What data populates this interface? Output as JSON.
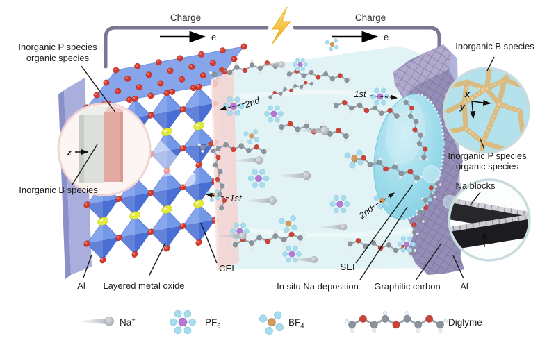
{
  "circuit": {
    "charge_left": "Charge",
    "charge_right": "Charge",
    "electron": "e",
    "electron_sup": "−",
    "wire_color": "#7b7492",
    "bolt_color": "#f7b832",
    "electron_color": "#eda43f"
  },
  "cathode": {
    "al_label": "Al",
    "oxide_label": "Layered metal oxide",
    "cei_label": "CEI",
    "inset": {
      "p_line1": "Inorganic P species",
      "p_line2": "organic species",
      "b_label": "Inorganic B species",
      "axis_z": "z"
    }
  },
  "anode": {
    "sei_label": "SEI",
    "deposition_label": "In situ Na deposition",
    "carbon_label": "Graphitic carbon",
    "al_label": "Al",
    "inset_network": {
      "b_label": "Inorganic B species",
      "p_line1": "Inorganic P species",
      "p_line2": "organic species",
      "axis_x": "x",
      "axis_y": "y"
    },
    "inset_blocks": {
      "title": "Na blocks",
      "axis_z": "z"
    }
  },
  "electrolyte": {
    "first_left": "1st",
    "second_left": "2nd",
    "first_right": "1st",
    "second_right": "2nd"
  },
  "legend": {
    "na": {
      "base": "Na",
      "sup": "+"
    },
    "pf6": {
      "base": "PF",
      "sub": "6",
      "sup": "−"
    },
    "bf4": {
      "base": "BF",
      "sub": "4",
      "sup": "−"
    },
    "diglyme": "Diglyme"
  },
  "colors": {
    "electrolyte": "#e2f3f5",
    "octahedra_blue": "#5b7fdc",
    "oxygen_red": "#d23b2e",
    "sodium_yellow": "#dde23a",
    "aluminum": "#aeb3dd",
    "cei_pink": "#f2d4d2",
    "sei_cyan": "#8fd6e8",
    "graphite_purple": "#948db5",
    "network_tan": "#d9ba80",
    "na_metal": "#222226"
  }
}
